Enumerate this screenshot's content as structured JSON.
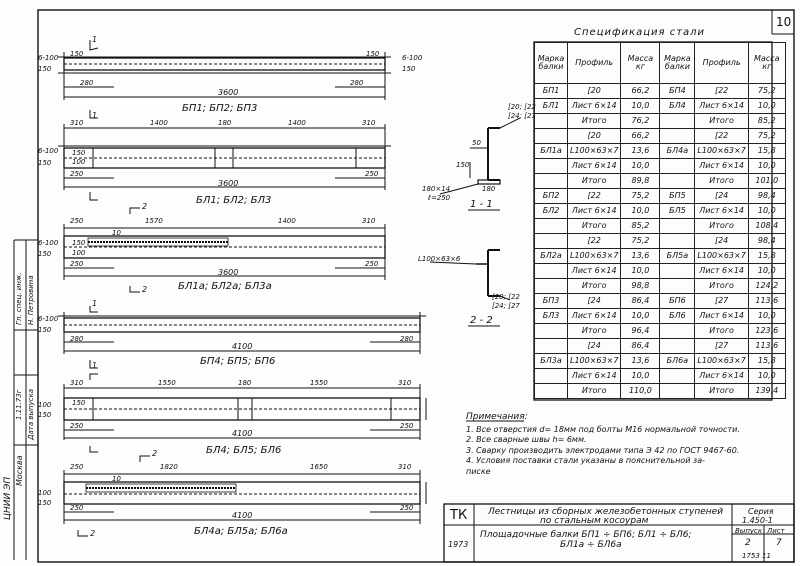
{
  "sheet_number": "10",
  "spec": {
    "title": "Спецификация стали",
    "headers": [
      "Марка балки",
      "Профиль",
      "Масса кг",
      "Марка балки",
      "Профиль",
      "Масса кг"
    ],
    "rows": [
      [
        "БП1",
        "[20",
        "66,2",
        "БП4",
        "[22",
        "75,2"
      ],
      [
        "БЛ1",
        "Лист 6×14",
        "10,0",
        "БЛ4",
        "Лист 6×14",
        "10,0"
      ],
      [
        "",
        "Итого",
        "76,2",
        "",
        "Итого",
        "85,2"
      ],
      [
        "",
        "[20",
        "66,2",
        "",
        "[22",
        "75,2"
      ],
      [
        "БЛ1а",
        "L100×63×7",
        "13,6",
        "БЛ4а",
        "L100×63×7",
        "15,8"
      ],
      [
        "",
        "Лист 6×14",
        "10,0",
        "",
        "Лист 6×14",
        "10,0"
      ],
      [
        "",
        "Итого",
        "89,8",
        "",
        "Итого",
        "101,0"
      ],
      [
        "БП2",
        "[22",
        "75,2",
        "БП5",
        "[24",
        "98,4"
      ],
      [
        "БЛ2",
        "Лист 6×14",
        "10,0",
        "БЛ5",
        "Лист 6×14",
        "10,0"
      ],
      [
        "",
        "Итого",
        "85,2",
        "",
        "Итого",
        "108,4"
      ],
      [
        "",
        "[22",
        "75,2",
        "",
        "[24",
        "98,4"
      ],
      [
        "БЛ2а",
        "L100×63×7",
        "13,6",
        "БЛ5а",
        "L100×63×7",
        "15,8"
      ],
      [
        "",
        "Лист 6×14",
        "10,0",
        "",
        "Лист 6×14",
        "10,0"
      ],
      [
        "",
        "Итого",
        "98,8",
        "",
        "Итого",
        "124,2"
      ],
      [
        "БП3",
        "[24",
        "86,4",
        "БП6",
        "[27",
        "113,6"
      ],
      [
        "БЛ3",
        "Лист 6×14",
        "10,0",
        "БЛ6",
        "Лист 6×14",
        "10,0"
      ],
      [
        "",
        "Итого",
        "96,4",
        "",
        "Итого",
        "123,6"
      ],
      [
        "",
        "[24",
        "86,4",
        "",
        "[27",
        "113,6"
      ],
      [
        "БЛ3а",
        "L100×63×7",
        "13,6",
        "БЛ6а",
        "L100×63×7",
        "15,8"
      ],
      [
        "",
        "Лист 6×14",
        "10,0",
        "",
        "Лист 6×14",
        "10,0"
      ],
      [
        "",
        "Итого",
        "110,0",
        "",
        "Итого",
        "139,4"
      ]
    ]
  },
  "drawings": {
    "beam_labels": [
      "БП1; БП2; БП3",
      "БЛ1; БЛ2; БЛ3",
      "БЛ1а; БЛ2а; БЛ3а",
      "БП4; БП5; БП6",
      "БЛ4; БЛ5; БЛ6",
      "БЛ4а; БЛ5а; БЛ6а"
    ],
    "len_3600": "3600",
    "len_4100": "4100",
    "d_150": "150",
    "d_280": "280",
    "d_250": "250",
    "d_310": "310",
    "d_1400": "1400",
    "d_180": "180",
    "d_1570": "1570",
    "d_1550": "1550",
    "d_1820": "1820",
    "d_1650": "1650",
    "d_6100": "6-100",
    "d_100": "100",
    "d_10": "10",
    "mark_2": "2",
    "mark_1": "1",
    "sec_top": "[20; [22",
    "sec_top2": "[24; [27",
    "sec_bot": "[20; [22",
    "sec_bot2": "[24; [27",
    "sec_plate": "180×14",
    "sec_plate2": "ℓ=250",
    "sec_angle": "L100×63×6",
    "sec_150": "150",
    "sec_180": "180",
    "sec_50": "50",
    "sec_1": "1 - 1",
    "sec_2": "2 - 2"
  },
  "notes": {
    "title": "Примечания:",
    "items": [
      "1. Все отверстия d= 18мм под болты М16 нормальной точности.",
      "2. Все сварные швы h= 6мм.",
      "3. Сварку производить электродами типа Э 42 по ГОСТ 9467-60.",
      "4. Условия поставки стали указаны в пояснительной за-",
      "    писке"
    ]
  },
  "title_block": {
    "org": "ТК",
    "year": "1973",
    "title1": "Лестницы из сборных железобетонных ступеней",
    "title2": "по стальным косоурам",
    "sub1": "Площадочные балки БП1 ÷ БП6; БЛ1 ÷ БЛ6;",
    "sub2": "БЛ1а ÷ БЛ6а",
    "series_label": "Серия",
    "series": "1.450-1",
    "issue_label": "Выпуск",
    "issue": "2",
    "sheet_label": "Лист",
    "sheet": "7",
    "footer": "1753    11"
  },
  "margin": {
    "city": "Москва",
    "inst": "ЦНИИ ЭП",
    "date_label": "Дата выпуска",
    "date": "1.11.73г",
    "sign1": "Н. Петровина",
    "role1": "Гл. спец. инж."
  }
}
